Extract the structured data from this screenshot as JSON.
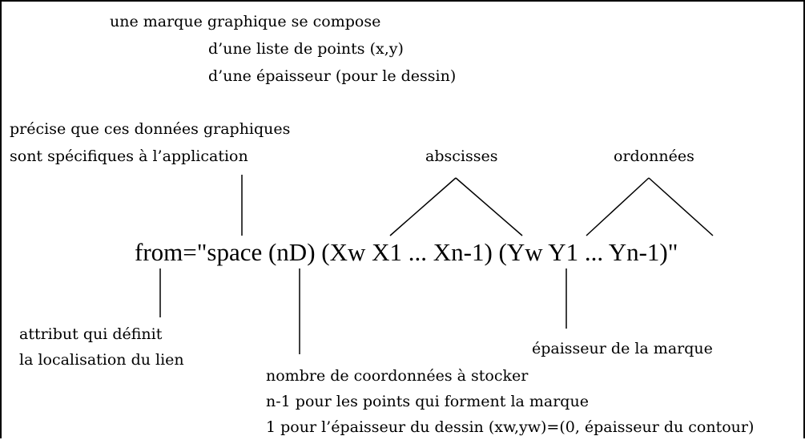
{
  "header": {
    "line1": "une marque graphique se compose",
    "line2": "d’une liste de points (x,y)",
    "line3": "d’une épaisseur (pour le dessin)"
  },
  "specific": {
    "line1": "précise que ces données graphiques",
    "line2": "sont spécifiques à l’application"
  },
  "abscisses": "abscisses",
  "ordonnees": "ordonnées",
  "expression": "from=\"space (nD) (Xw X1 ... Xn-1) (Yw Y1 ... Yn-1)\"",
  "attribut": {
    "line1": "attribut qui définit",
    "line2": "la localisation du lien"
  },
  "epaisseur": "épaisseur de la marque",
  "nombre": {
    "line1": "nombre de coordonnées à stocker",
    "line2": "n-1 pour les points qui forment la marque",
    "line3": "1 pour l’épaisseur du dessin (xw,yw)=(0, épaisseur du contour)"
  }
}
